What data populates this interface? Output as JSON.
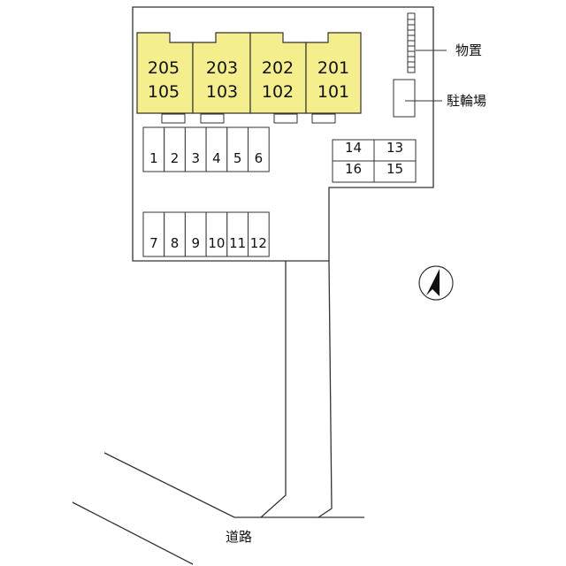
{
  "site_map": {
    "buildings": [
      {
        "upper": "205",
        "lower": "105"
      },
      {
        "upper": "203",
        "lower": "103"
      },
      {
        "upper": "202",
        "lower": "102"
      },
      {
        "upper": "201",
        "lower": "101"
      }
    ],
    "parking_row_top": [
      "1",
      "2",
      "3",
      "4",
      "5",
      "6"
    ],
    "parking_row_bottom": [
      "7",
      "8",
      "9",
      "10",
      "11",
      "12"
    ],
    "parking_right_top": [
      "14",
      "13"
    ],
    "parking_right_bottom": [
      "16",
      "15"
    ],
    "labels": {
      "storage": "物置",
      "bicycle_parking": "駐輪場",
      "road": "道路"
    },
    "compass_icon": "north-arrow-icon",
    "colors": {
      "building_fill": "#f5ee8c",
      "line": "#333333"
    }
  }
}
